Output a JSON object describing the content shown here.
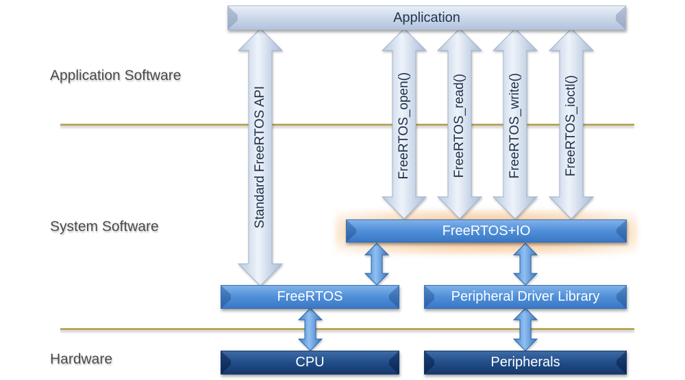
{
  "layers": {
    "application_software": "Application Software",
    "system_software": "System Software",
    "hardware": "Hardware"
  },
  "blocks": {
    "application": "Application",
    "freertos_io": "FreeRTOS+IO",
    "freertos": "FreeRTOS",
    "peripheral_driver_library": "Peripheral Driver Library",
    "cpu": "CPU",
    "peripherals": "Peripherals"
  },
  "arrows": {
    "standard_api": "Standard FreeRTOS API",
    "open": "FreeRTOS_open()",
    "read": "FreeRTOS_read()",
    "write": "FreeRTOS_write()",
    "ioctl": "FreeRTOS_ioctl()"
  },
  "colors": {
    "light_block": "#c9d6e8",
    "mid_block": "#4f8fd8",
    "dark_block": "#1f4b86",
    "divider": "#b9a65a",
    "highlight_glow": "#f4b06e"
  }
}
